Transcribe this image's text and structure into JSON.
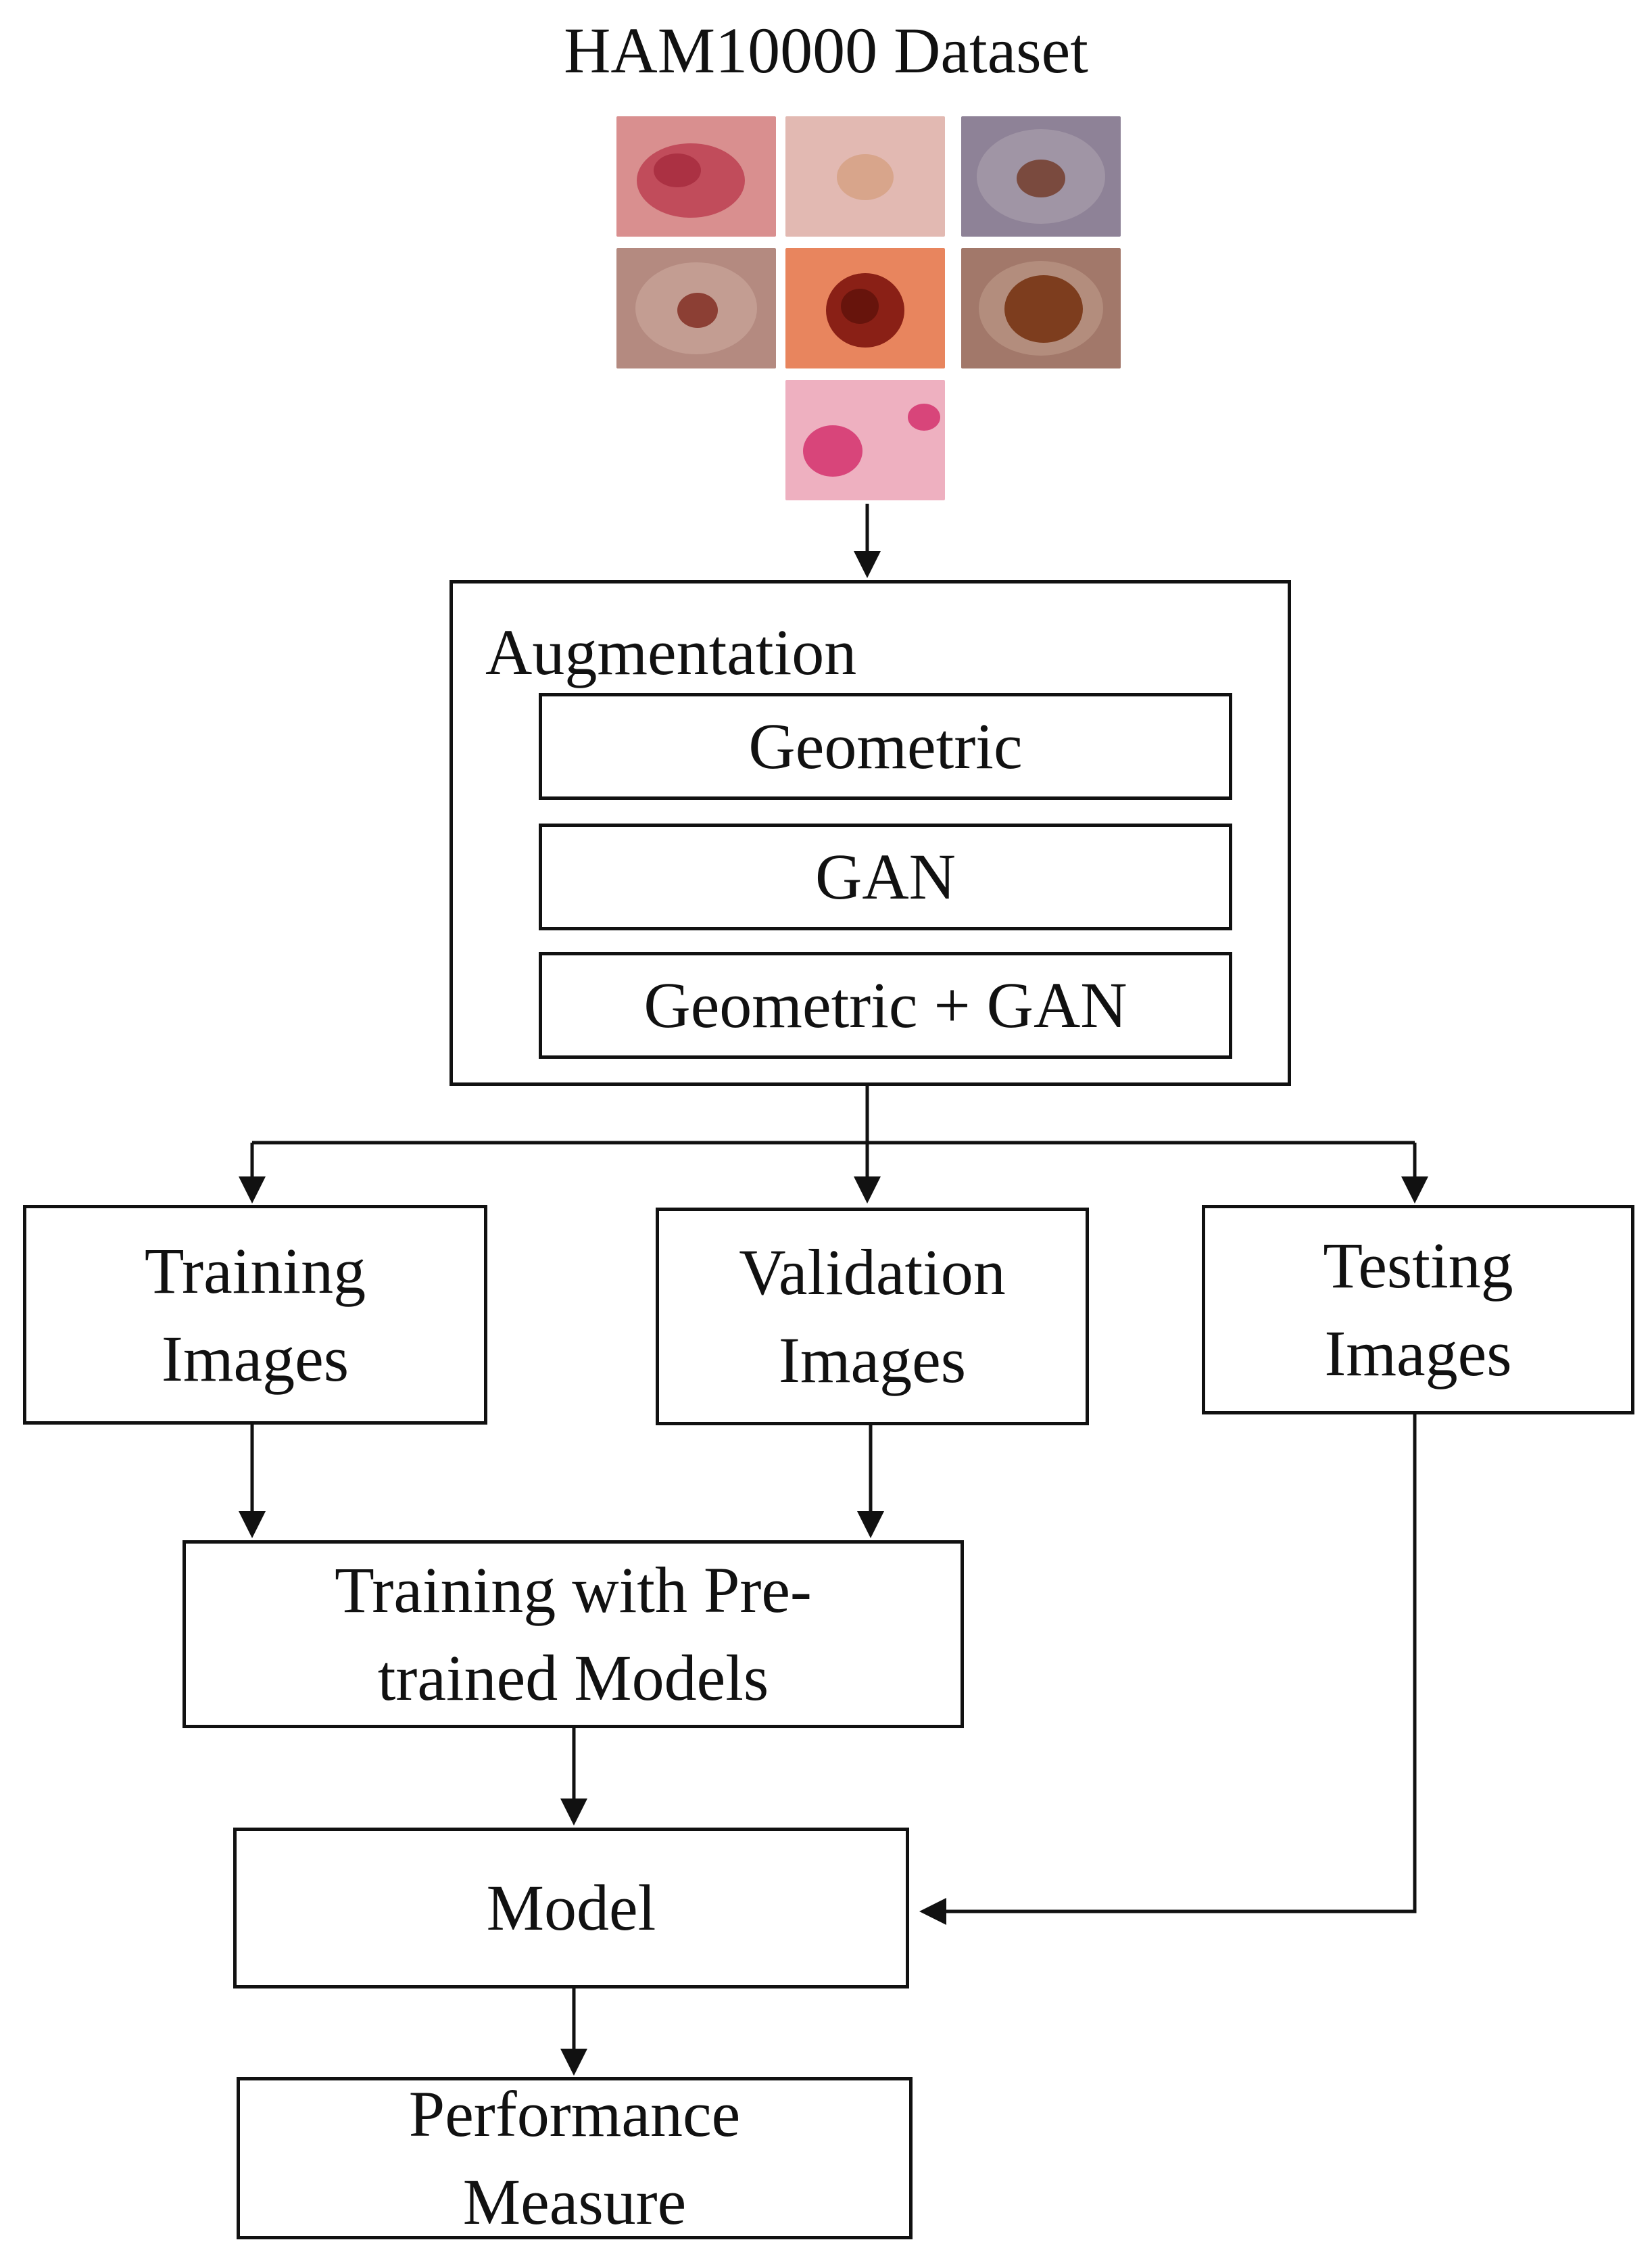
{
  "title": "HAM10000 Dataset",
  "augmentation": {
    "label": "Augmentation",
    "methods": [
      "Geometric",
      "GAN",
      "Geometric + GAN"
    ]
  },
  "splits": {
    "training": "Training\nImages",
    "validation": "Validation\nImages",
    "testing": "Testing\nImages"
  },
  "training_step": "Training with Pre-\ntrained Models",
  "model": "Model",
  "performance": "Performance\nMeasure",
  "sample_colors": {
    "skin": [
      "#d98f8f",
      "#e2b9b2",
      "#8e8297",
      "#b48a80",
      "#e8855e",
      "#a2786a",
      "#eeb0c0"
    ],
    "lesion": [
      "#b8364a",
      "#d6a184",
      "#7a4a3e",
      "#8c3f34",
      "#8a2016",
      "#7d3d1e",
      "#d8457a"
    ]
  }
}
